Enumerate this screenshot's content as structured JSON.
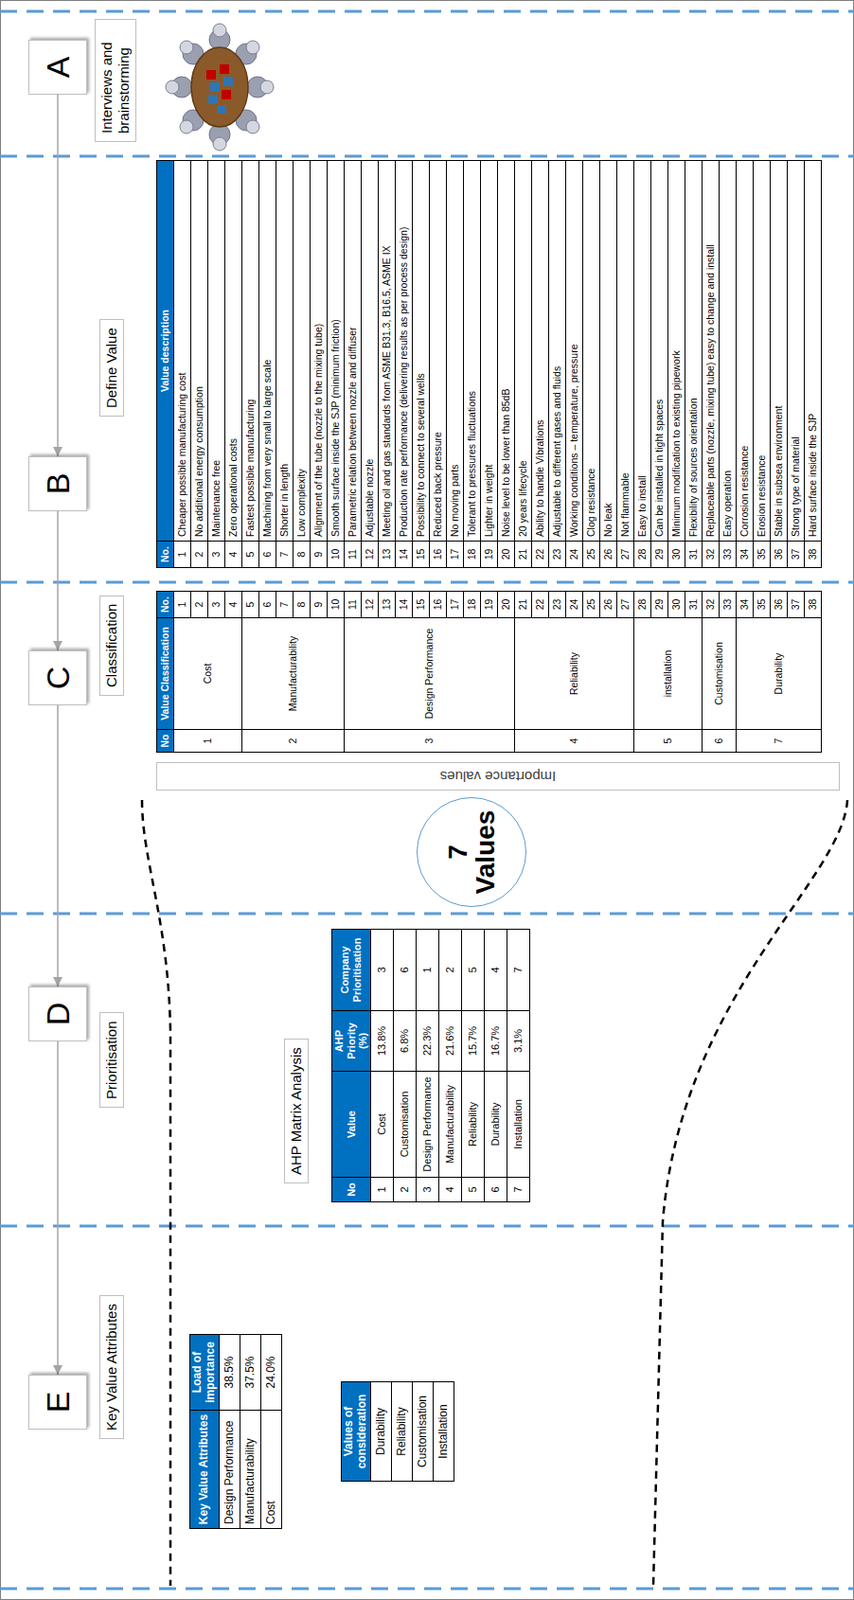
{
  "diagram": {
    "nodes": [
      {
        "text": [
          "A"
        ]
      },
      {
        "text": [
          "Interviews and brainstorming"
        ]
      },
      {
        "text": [
          "B"
        ]
      },
      {
        "text": [
          "Define Value"
        ]
      },
      {
        "text": [
          "C"
        ]
      },
      {
        "text": [
          "Classification"
        ]
      },
      {
        "text": [
          "Importance values"
        ]
      },
      {
        "text": [
          "7 Values"
        ]
      },
      {
        "text": [
          "D"
        ]
      },
      {
        "text": [
          "Prioritisation"
        ]
      },
      {
        "text": [
          "AHP Matrix Analysis"
        ]
      },
      {
        "text": [
          "E"
        ]
      },
      {
        "text": [
          "Key Value Attributes"
        ]
      }
    ],
    "edges": [
      {
        "from": 0,
        "to": 2,
        "arrow": "to"
      },
      {
        "from": 2,
        "to": 4,
        "arrow": "to"
      },
      {
        "from": 4,
        "to": 8,
        "arrow": "to"
      },
      {
        "from": 8,
        "to": 11,
        "arrow": "to"
      }
    ],
    "labels": [
      "No.",
      "Value description",
      "1",
      "Cheaper possible manufacturing cost",
      "2",
      "No additional energy consumption",
      "3",
      "Maintenance free",
      "4",
      "Zero operational costs",
      "5",
      "Fastest possible manufacturing",
      "6",
      "Machining from very small to large scale",
      "7",
      "Shorter in length",
      "8",
      "Low complexity",
      "9",
      "Alignment of the tube (nozzle to the mixing tube)",
      "10",
      "Smooth surface inside the SJP (minimum friction)",
      "11",
      "Parametric relation between nozzle and diffuser",
      "12",
      "Adjustable nozzle",
      "13",
      "Meeting oil and gas standards from ASME B31.3, B16.5, ASME IX",
      "14",
      "Production rate performance (delivering results as per process design)",
      "15",
      "Possibility to connect to several wells",
      "16",
      "Reduced back pressure",
      "17",
      "No moving parts",
      "18",
      "Tolerant to pressures fluctuations",
      "19",
      "Lighter in weight",
      "20",
      "Noise level to be lower than 85dB",
      "21",
      "20 years lifecycle",
      "22",
      "Ability to handle Vibrations",
      "23",
      "Adjustable to different gases and fluids",
      "24",
      "Working conditions – temperature, pressure",
      "25",
      "Clog resistance",
      "26",
      "No leak",
      "27",
      "Not flammable",
      "28",
      "Easy to install",
      "29",
      "Can be installed in tight spaces",
      "30",
      "Minimum modification to existing pipework",
      "31",
      "Flexibility of sources orientation",
      "32",
      "Replaceable parts (nozzle, mixing tube) easy to change and install",
      "33",
      "Easy operation",
      "34",
      "Corrosion resistance",
      "35",
      "Erosion resistance",
      "36",
      "Stable in subsea environment",
      "37",
      "Strong type of material",
      "38",
      "Hard surface inside the SJP",
      "No",
      "Value Classification",
      "No.",
      "1",
      "Cost",
      "1",
      "2",
      "3",
      "4",
      "2",
      "Manufacturability",
      "5",
      "6",
      "7",
      "8",
      "9",
      "10",
      "3",
      "Design Performance",
      "11",
      "12",
      "13",
      "14",
      "15",
      "16",
      "17",
      "18",
      "19",
      "20",
      "4",
      "Reliability",
      "21",
      "22",
      "23",
      "24",
      "25",
      "26",
      "27",
      "5",
      "installation",
      "28",
      "29",
      "30",
      "31",
      "6",
      "Customisation",
      "32",
      "33",
      "7",
      "Durability",
      "34",
      "35",
      "36",
      "37",
      "38",
      "No",
      "Value",
      "AHP Priority (%)",
      "Company Prioritisation",
      "1",
      "Cost",
      "13.8%",
      "3",
      "2",
      "Customisation",
      "6.8%",
      "6",
      "3",
      "Design Performance",
      "22.3%",
      "1",
      "4",
      "Manufacturability",
      "21.6%",
      "2",
      "5",
      "Reliability",
      "15.7%",
      "5",
      "6",
      "Durability",
      "16.7%",
      "4",
      "7",
      "Installation",
      "3.1%",
      "7",
      "Key Value Attributes",
      "Load of importance",
      "Design Performance",
      "38.5%",
      "Manufacturability",
      "37.5%",
      "Cost",
      "24.0%",
      "Values of consideration",
      "Durability",
      "Reliability",
      "Customisation",
      "Installation"
    ]
  }
}
